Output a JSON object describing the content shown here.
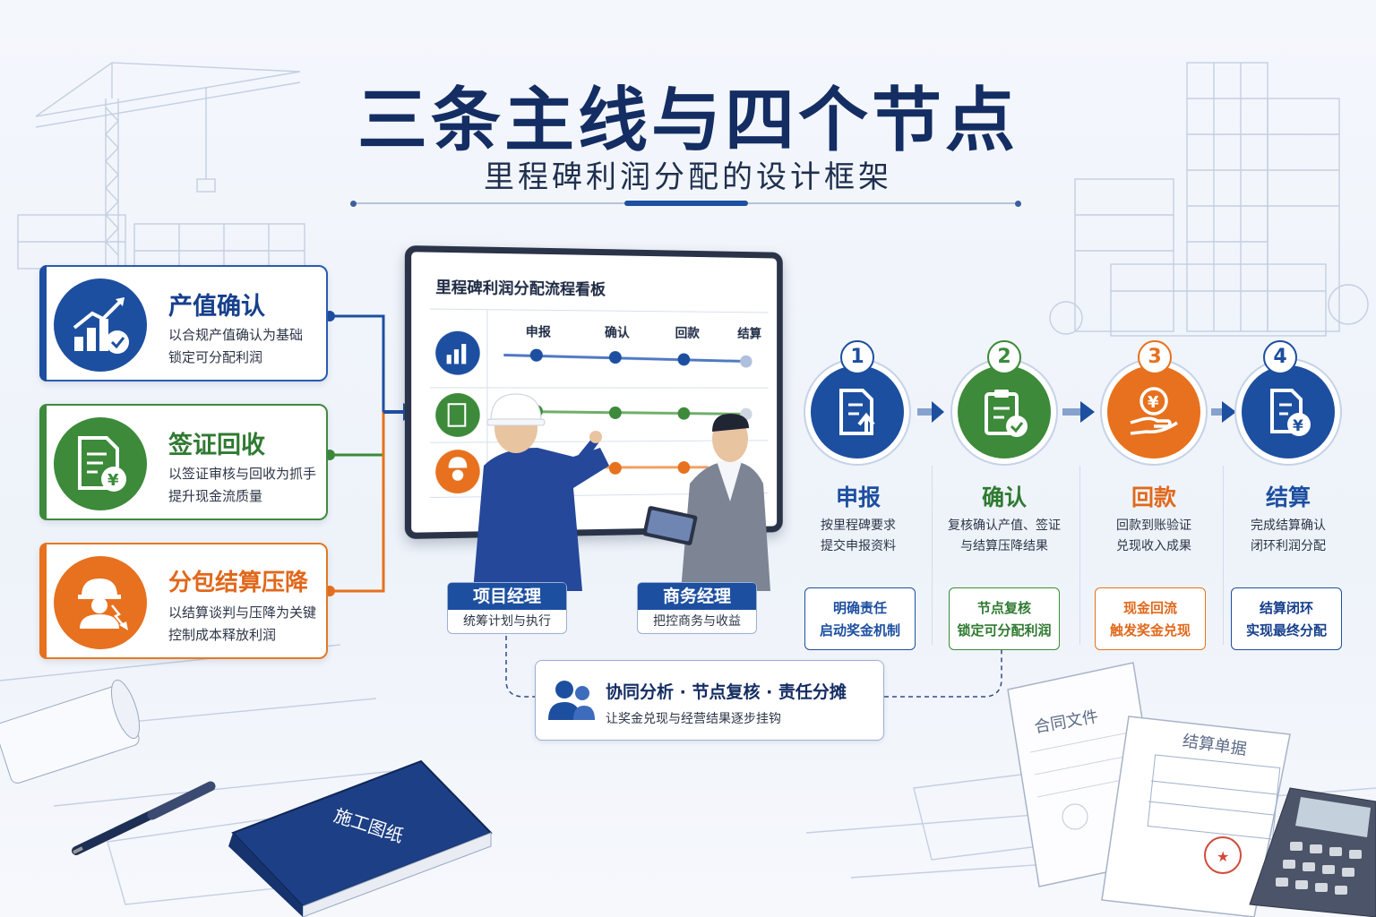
{
  "header": {
    "title": "三条主线与四个节点",
    "subtitle": "里程碑利润分配的设计框架"
  },
  "mainlines": [
    {
      "title": "产值确认",
      "desc1": "以合规产值确认为基础",
      "desc2": "锁定可分配利润",
      "color": "#1d4fa0"
    },
    {
      "title": "签证回收",
      "desc1": "以签证审核与回收为抓手",
      "desc2": "提升现金流质量",
      "color": "#3c8a3a"
    },
    {
      "title": "分包结算压降",
      "desc1": "以结算谈判与压降为关键",
      "desc2": "控制成本释放利润",
      "color": "#e7711e"
    }
  ],
  "board": {
    "title": "里程碑利润分配流程看板",
    "columns": [
      "申报",
      "确认",
      "回款",
      "结算"
    ]
  },
  "people": [
    {
      "role": "项目经理",
      "duty": "统筹计划与执行"
    },
    {
      "role": "商务经理",
      "duty": "把控商务与收益"
    }
  ],
  "collab": {
    "line": "协同分析 · 节点复核 · 责任分摊",
    "sub": "让奖金兑现与经营结果逐步挂钩"
  },
  "nodes": [
    {
      "num": "1",
      "title": "申报",
      "desc1": "按里程碑要求",
      "desc2": "提交申报资料",
      "badge1": "明确责任",
      "badge2": "启动奖金机制",
      "color": "#1d4fa0"
    },
    {
      "num": "2",
      "title": "确认",
      "desc1": "复核确认产值、签证",
      "desc2": "与结算压降结果",
      "badge1": "节点复核",
      "badge2": "锁定可分配利润",
      "color": "#3c8a3a"
    },
    {
      "num": "3",
      "title": "回款",
      "desc1": "回款到账验证",
      "desc2": "兑现收入成果",
      "badge1": "现金回流",
      "badge2": "触发奖金兑现",
      "color": "#e7711e"
    },
    {
      "num": "4",
      "title": "结算",
      "desc1": "完成结算确认",
      "desc2": "闭环利润分配",
      "badge1": "结算闭环",
      "badge2": "实现最终分配",
      "color": "#1d4fa0"
    }
  ],
  "props": {
    "book": "施工图纸",
    "contract": "合同文件",
    "statement": "结算单据"
  }
}
